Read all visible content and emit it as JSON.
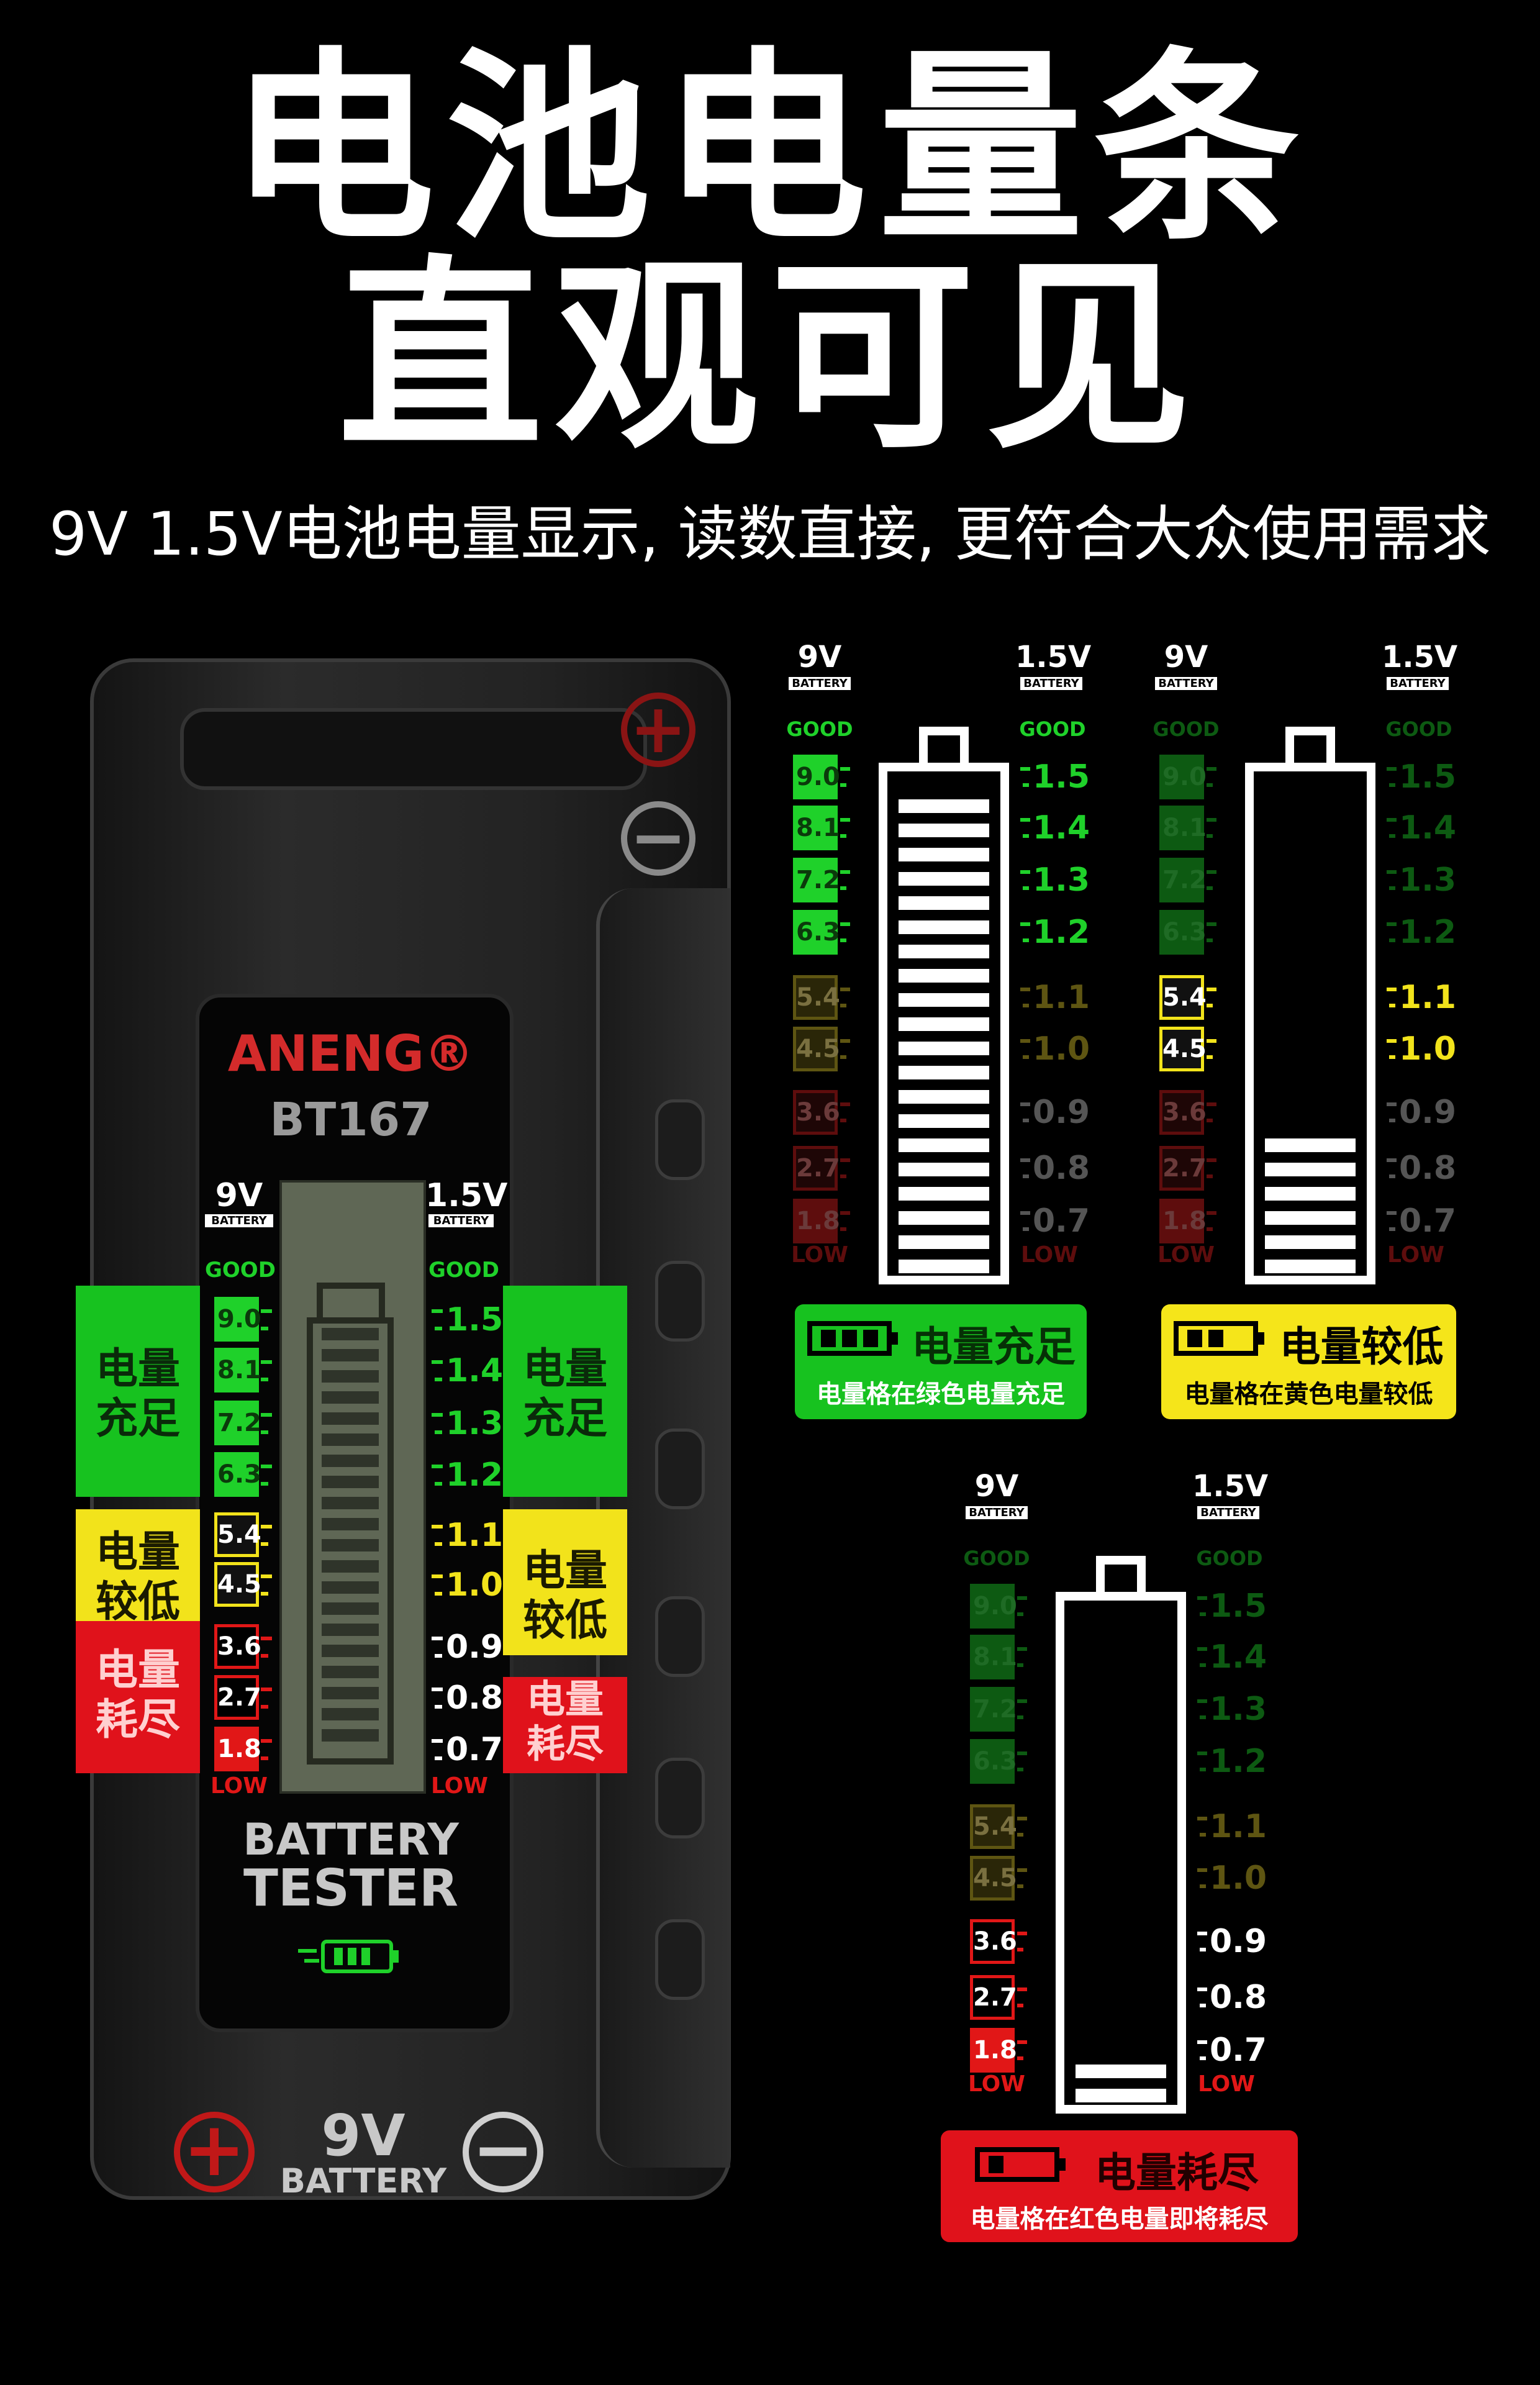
{
  "headline": {
    "line1": "电池电量条",
    "line2": "直观可见"
  },
  "subtitle": "9V 1.5V电池电量显示, 读数直接, 更符合大众使用需求",
  "device": {
    "brand": "ANENG®",
    "model": "BT167",
    "label_9v": "9V",
    "label_15v": "1.5V",
    "battery_small": "BATTERY",
    "good": "GOOD",
    "low": "LOW",
    "title_line1": "BATTERY",
    "title_line2": "TESTER",
    "bottom_9v": "9V",
    "bottom_battery": "BATTERY",
    "plus": "+",
    "minus": "−"
  },
  "scale_9v": [
    "9.0",
    "8.1",
    "7.2",
    "6.3",
    "5.4",
    "4.5",
    "3.6",
    "2.7",
    "1.8"
  ],
  "scale_15v": [
    "1.5",
    "1.4",
    "1.3",
    "1.2",
    "1.1",
    "1.0",
    "0.9",
    "0.8",
    "0.7"
  ],
  "side_labels": {
    "full": "电量\n充足",
    "low": "电量\n较低",
    "empty": "电量\n耗尽"
  },
  "states": {
    "full": {
      "title": "电量充足",
      "desc": "电量格在绿色电量充足",
      "color": "#16c01f",
      "bars_lit": 1.0
    },
    "low": {
      "title": "电量较低",
      "desc": "电量格在黄色电量较低",
      "color": "#f5e51a",
      "bars_lit": 0.3
    },
    "empty": {
      "title": "电量耗尽",
      "desc": "电量格在红色电量即将耗尽",
      "color": "#e0121b",
      "bars_lit": 0.1
    }
  },
  "colors": {
    "green": "#1fd12a",
    "yellow": "#f2e31b",
    "red": "#e11717",
    "dim_green": "#0d5a12",
    "dim_yellow": "#5e5512",
    "dim_red": "#5e0d0d"
  }
}
